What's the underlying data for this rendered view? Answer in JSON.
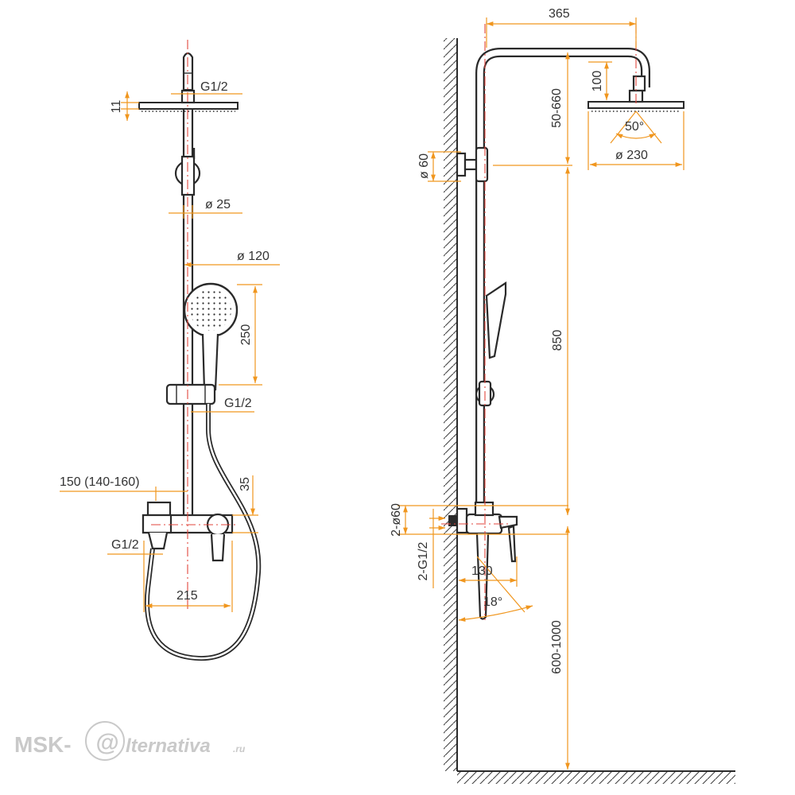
{
  "front_view": {
    "labels": {
      "inlet_head": "G1/2",
      "head_thickness": "11",
      "pipe_diameter": "ø 25",
      "hand_shower_diameter": "ø 120",
      "hand_shower_length": "250",
      "hose_connection": "G1/2",
      "center_distance": "150 (140-160)",
      "mixer_height": "35",
      "inlet_mixer": "G1/2",
      "width": "215"
    }
  },
  "side_view": {
    "labels": {
      "arm_projection": "365",
      "head_drop": "100",
      "adjustable_range": "50-660",
      "spray_angle": "50°",
      "head_diameter": "ø 230",
      "bracket_diameter": "ø 60",
      "rail_length": "850",
      "flange_diameter": "2-ø60",
      "inlet_thread": "2-G1/2",
      "mixer_projection": "130",
      "lever_angle": "18°",
      "mixer_height_from_floor": "600-1000"
    }
  },
  "watermark": {
    "prefix": "MSK-",
    "symbol": "@",
    "suffix": "lternativa",
    "tld": ".ru"
  }
}
